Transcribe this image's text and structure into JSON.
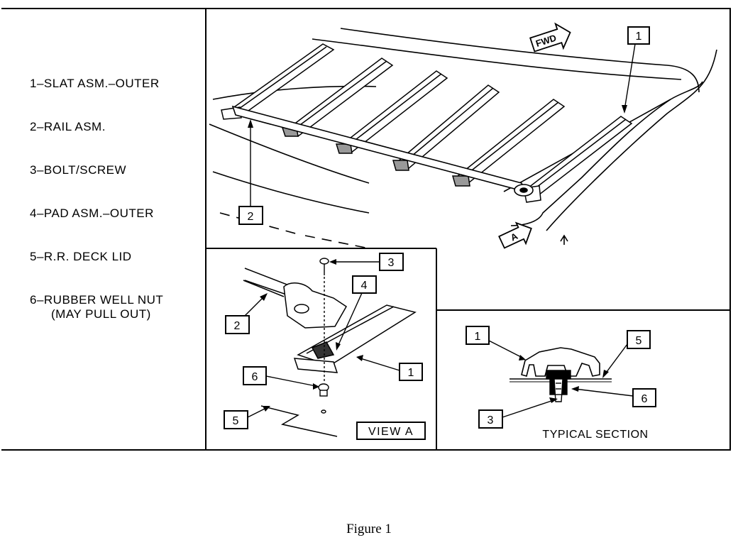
{
  "legend": {
    "items": [
      "1–SLAT ASM.–OUTER",
      "2–RAIL ASM.",
      "3–BOLT/SCREW",
      "4–PAD ASM.–OUTER",
      "5–R.R. DECK LID",
      "6–RUBBER WELL NUT"
    ],
    "item6_sub": "(MAY PULL OUT)"
  },
  "main_view": {
    "fwd_label": "FWD",
    "view_arrow_label": "A",
    "callout_1": "1",
    "callout_2": "2"
  },
  "view_a": {
    "title": "VIEW A",
    "callout_1": "1",
    "callout_2": "2",
    "callout_3": "3",
    "callout_4": "4",
    "callout_5": "5",
    "callout_6": "6"
  },
  "section": {
    "title": "TYPICAL SECTION",
    "callout_1": "1",
    "callout_3": "3",
    "callout_5": "5",
    "callout_6": "6"
  },
  "caption": "Figure 1"
}
